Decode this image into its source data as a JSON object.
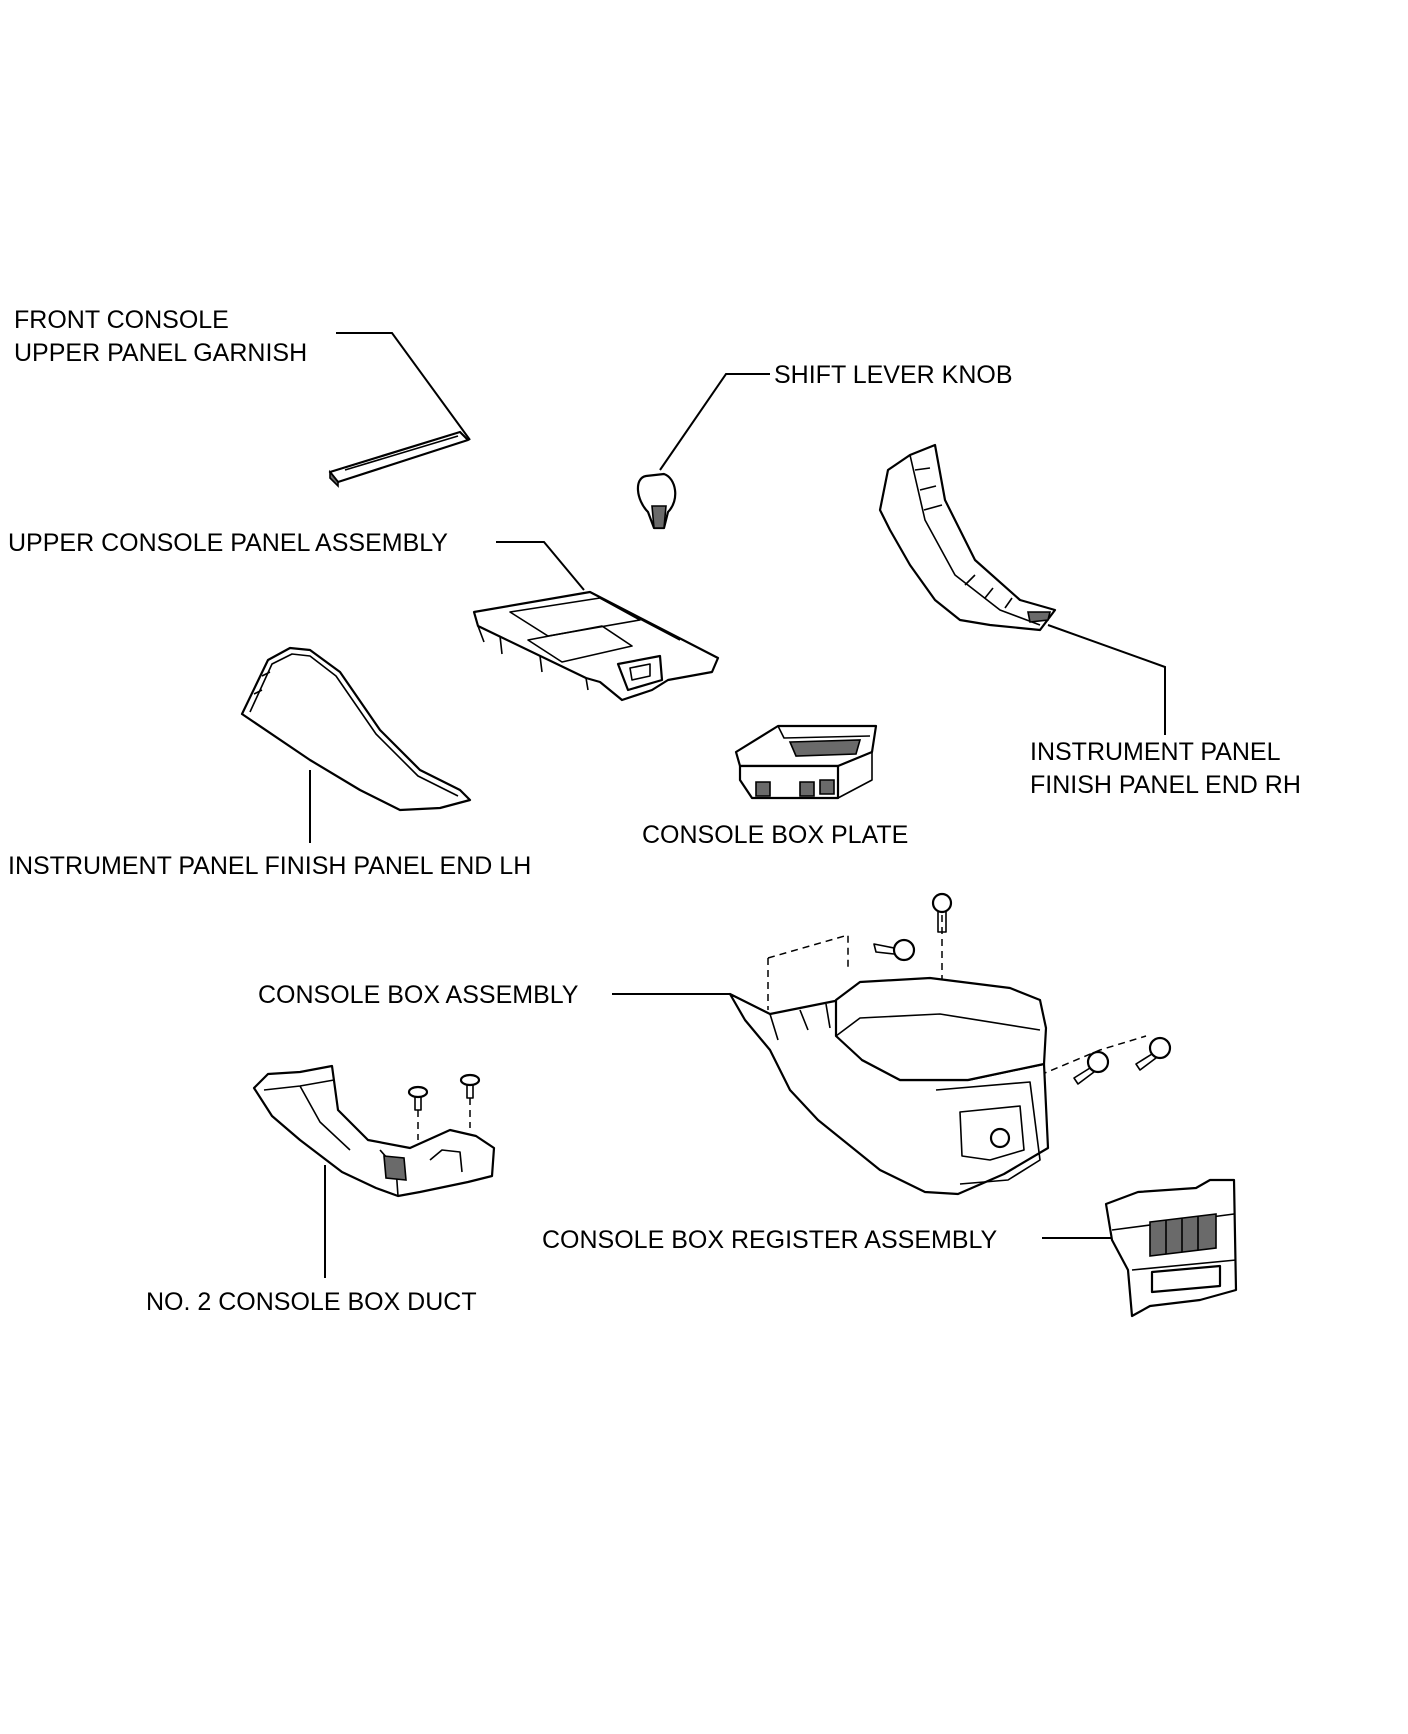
{
  "labels": {
    "front_console_line1": "FRONT CONSOLE",
    "front_console_line2": "UPPER PANEL GARNISH",
    "shift_lever_knob": "SHIFT LEVER KNOB",
    "upper_console_panel": "UPPER CONSOLE PANEL ASSEMBLY",
    "ip_end_rh_line1": "INSTRUMENT PANEL",
    "ip_end_rh_line2": "FINISH PANEL END RH",
    "console_box_plate": "CONSOLE BOX PLATE",
    "ip_end_lh": "INSTRUMENT PANEL FINISH PANEL END LH",
    "console_box_assembly": "CONSOLE BOX ASSEMBLY",
    "console_box_register": "CONSOLE BOX REGISTER ASSEMBLY",
    "no2_console_box_duct": "NO. 2 CONSOLE BOX DUCT"
  }
}
